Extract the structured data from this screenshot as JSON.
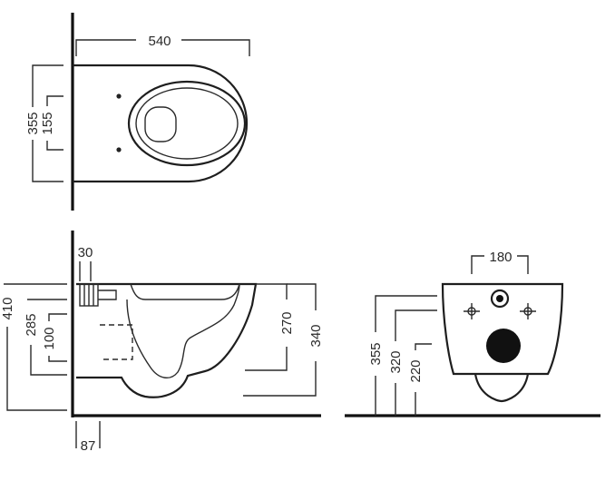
{
  "diagram": {
    "top_view": {
      "width_label": "540",
      "depth_label": "355",
      "hole_spacing_label": "155"
    },
    "side_view": {
      "flush_label": "30",
      "total_height_label": "410",
      "inlet_height_label": "285",
      "outlet_height_label": "100",
      "rim_to_outlet_label": "270",
      "rim_height_label": "340",
      "outlet_offset_label": "87"
    },
    "front_view": {
      "bolt_spacing_label": "180",
      "height_355_label": "355",
      "height_320_label": "320",
      "height_220_label": "220"
    }
  }
}
